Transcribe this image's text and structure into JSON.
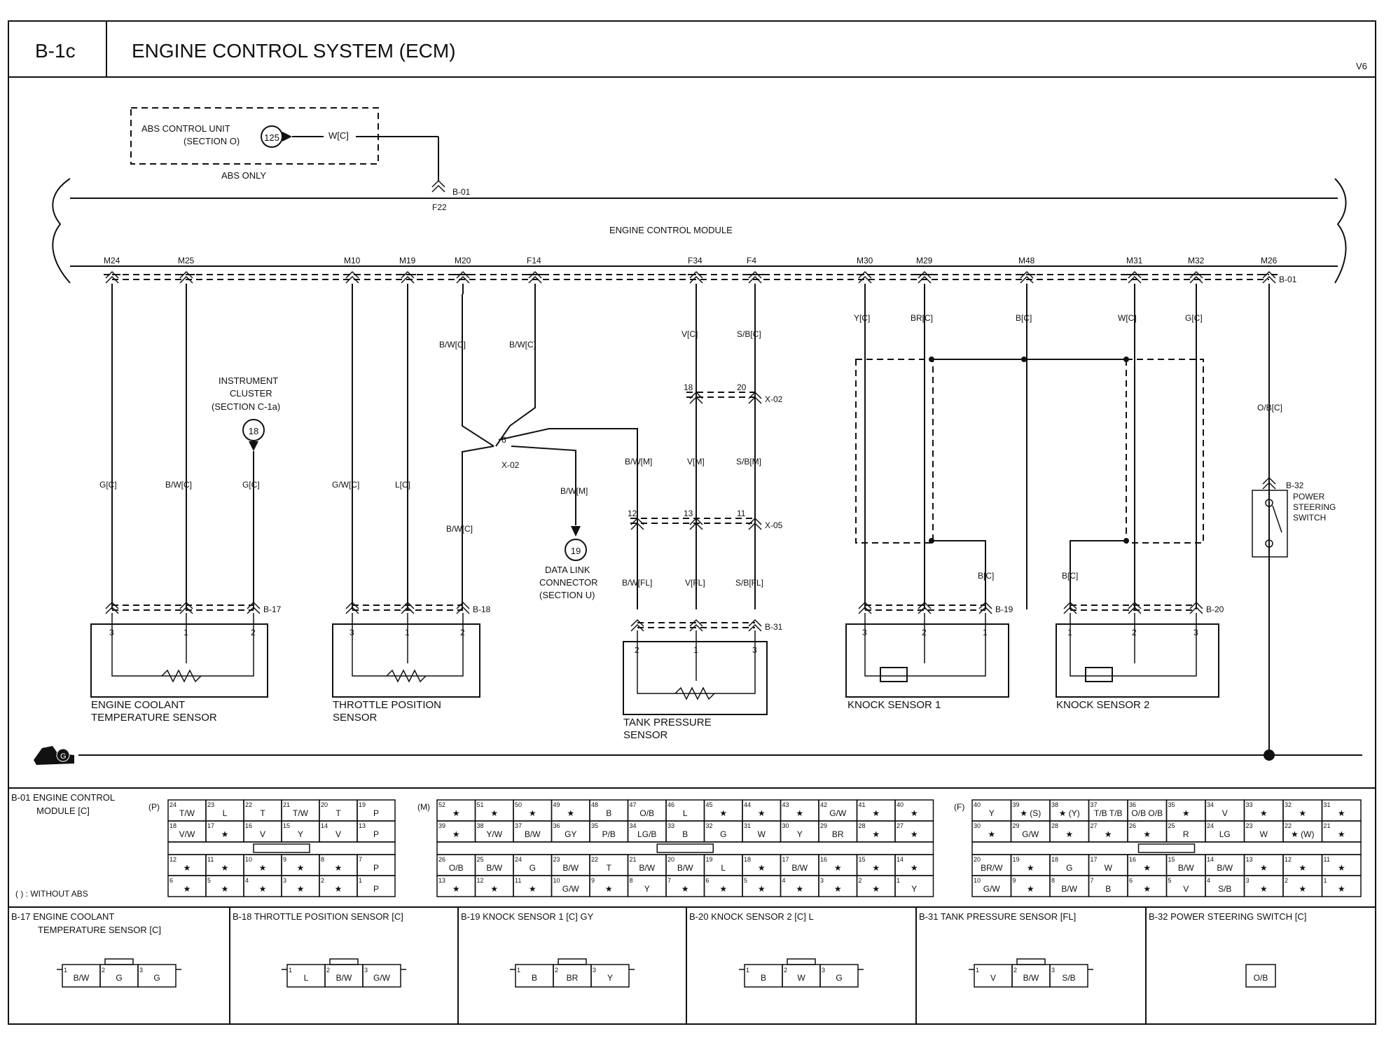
{
  "header": {
    "code": "B-1c",
    "title": "ENGINE CONTROL SYSTEM (ECM)",
    "variant": "V6"
  },
  "abs": {
    "unit": "ABS CONTROL UNIT",
    "section": "(SECTION O)",
    "circle": "125",
    "wire": "W[C]",
    "note": "ABS ONLY"
  },
  "ecm": {
    "label": "ENGINE CONTROL MODULE",
    "top_conn": "B-01",
    "top_pin": "F22",
    "right_conn": "B-01"
  },
  "pins": [
    {
      "id": "M24",
      "wire": "G[C]"
    },
    {
      "id": "M25",
      "wire": "B/W[C]"
    },
    {
      "id": "M10",
      "wire": "G/W[C]"
    },
    {
      "id": "M19",
      "wire": "L[C]"
    },
    {
      "id": "M20",
      "wire": "B/W[C]"
    },
    {
      "id": "F14",
      "wire": "B/W[C]"
    },
    {
      "id": "F34",
      "wire": "V[C]"
    },
    {
      "id": "F4",
      "wire": "S/B[C]"
    },
    {
      "id": "M30",
      "wire": "Y[C]"
    },
    {
      "id": "M29",
      "wire": "BR[C]"
    },
    {
      "id": "M48",
      "wire": "B[C]"
    },
    {
      "id": "M31",
      "wire": "W[C]"
    },
    {
      "id": "M32",
      "wire": "G[C]"
    },
    {
      "id": "M26",
      "wire": "O/B[C]"
    }
  ],
  "cluster": {
    "line1": "INSTRUMENT",
    "line2": "CLUSTER",
    "section": "(SECTION C-1a)",
    "circle": "18",
    "wire": "G[C]"
  },
  "splice": {
    "pin": "6",
    "conn": "X-02",
    "wire_out": "B/W[M]",
    "wire_down": "B/W[C]"
  },
  "dlc": {
    "circle": "19",
    "line1": "DATA LINK",
    "line2": "CONNECTOR",
    "section": "(SECTION U)"
  },
  "tank_wiring": {
    "x02": {
      "conn": "X-02",
      "pin18": "18",
      "pin20": "20"
    },
    "x05": {
      "conn": "X-05",
      "pin12": "12",
      "pin13": "13",
      "pin11": "11"
    },
    "mid": [
      "B/W[M]",
      "V[M]",
      "S/B[M]"
    ],
    "low": [
      "B/W[FL]",
      "V[FL]",
      "S/B[FL]"
    ]
  },
  "ps": {
    "conn": "B-32",
    "line1": "POWER",
    "line2": "STEERING",
    "line3": "SWITCH"
  },
  "ks_wires": {
    "ks1_b": "B[C]",
    "ks2_b": "B[C]"
  },
  "components": [
    {
      "conn": "B-17",
      "line1": "ENGINE COOLANT",
      "line2": "TEMPERATURE SENSOR",
      "pins": [
        "3",
        "1",
        "2"
      ]
    },
    {
      "conn": "B-18",
      "line1": "THROTTLE POSITION",
      "line2": "SENSOR",
      "pins": [
        "3",
        "1",
        "2"
      ]
    },
    {
      "conn": "B-31",
      "line1": "TANK PRESSURE",
      "line2": "SENSOR",
      "pins": [
        "2",
        "1",
        "3"
      ]
    },
    {
      "conn": "B-19",
      "line1": "KNOCK SENSOR 1",
      "line2": "",
      "pins": [
        "3",
        "2",
        "1"
      ]
    },
    {
      "conn": "B-20",
      "line1": "KNOCK SENSOR 2",
      "line2": "",
      "pins": [
        "1",
        "2",
        "3"
      ]
    }
  ],
  "ground": {
    "label": "G"
  },
  "ecm_connector": {
    "title1": "B-01 ENGINE CONTROL",
    "title2": "MODULE [C]",
    "note": "( ) : WITHOUT ABS",
    "p": {
      "label": "(P)",
      "rows": [
        [
          [
            "24",
            "T/W"
          ],
          [
            "23",
            "L"
          ],
          [
            "22",
            "T"
          ],
          [
            "21",
            "T/W"
          ],
          [
            "20",
            "T"
          ],
          [
            "19",
            "P"
          ]
        ],
        [
          [
            "18",
            "V/W"
          ],
          [
            "17",
            "★"
          ],
          [
            "16",
            "V"
          ],
          [
            "15",
            "Y"
          ],
          [
            "14",
            "V"
          ],
          [
            "13",
            "P"
          ]
        ],
        [
          [
            "12",
            "★"
          ],
          [
            "11",
            "★"
          ],
          [
            "10",
            "★"
          ],
          [
            "9",
            "★"
          ],
          [
            "8",
            "★"
          ],
          [
            "7",
            "P"
          ]
        ],
        [
          [
            "6",
            "★"
          ],
          [
            "5",
            "★"
          ],
          [
            "4",
            "★"
          ],
          [
            "3",
            "★"
          ],
          [
            "2",
            "★"
          ],
          [
            "1",
            "P"
          ]
        ]
      ]
    },
    "m": {
      "label": "(M)",
      "rows": [
        [
          [
            "52",
            "★"
          ],
          [
            "51",
            "★"
          ],
          [
            "50",
            "★"
          ],
          [
            "49",
            "★"
          ],
          [
            "48",
            "B"
          ],
          [
            "47",
            "O/B"
          ],
          [
            "46",
            "L"
          ],
          [
            "45",
            "★"
          ],
          [
            "44",
            "★"
          ],
          [
            "43",
            "★"
          ],
          [
            "42",
            "G/W"
          ],
          [
            "41",
            "★"
          ],
          [
            "40",
            "★"
          ]
        ],
        [
          [
            "39",
            "★"
          ],
          [
            "38",
            "Y/W"
          ],
          [
            "37",
            "B/W"
          ],
          [
            "36",
            "GY"
          ],
          [
            "35",
            "P/B"
          ],
          [
            "34",
            "LG/B"
          ],
          [
            "33",
            "B"
          ],
          [
            "32",
            "G"
          ],
          [
            "31",
            "W"
          ],
          [
            "30",
            "Y"
          ],
          [
            "29",
            "BR"
          ],
          [
            "28",
            "★"
          ],
          [
            "27",
            "★"
          ]
        ],
        [
          [
            "26",
            "O/B"
          ],
          [
            "25",
            "B/W"
          ],
          [
            "24",
            "G"
          ],
          [
            "23",
            "B/W"
          ],
          [
            "22",
            "T"
          ],
          [
            "21",
            "B/W"
          ],
          [
            "20",
            "B/W"
          ],
          [
            "19",
            "L"
          ],
          [
            "18",
            "★"
          ],
          [
            "17",
            "B/W"
          ],
          [
            "16",
            "★"
          ],
          [
            "15",
            "★"
          ],
          [
            "14",
            "★"
          ]
        ],
        [
          [
            "13",
            "★"
          ],
          [
            "12",
            "★"
          ],
          [
            "11",
            "★"
          ],
          [
            "10",
            "G/W"
          ],
          [
            "9",
            "★"
          ],
          [
            "8",
            "Y"
          ],
          [
            "7",
            "★"
          ],
          [
            "6",
            "★"
          ],
          [
            "5",
            "★"
          ],
          [
            "4",
            "★"
          ],
          [
            "3",
            "★"
          ],
          [
            "2",
            "★"
          ],
          [
            "1",
            "Y"
          ]
        ]
      ]
    },
    "f": {
      "label": "(F)",
      "rows": [
        [
          [
            "40",
            "Y"
          ],
          [
            "39",
            "★ (S)"
          ],
          [
            "38",
            "★ (Y)"
          ],
          [
            "37",
            "T/B T/B"
          ],
          [
            "36",
            "O/B O/B"
          ],
          [
            "35",
            "★"
          ],
          [
            "34",
            "V"
          ],
          [
            "33",
            "★"
          ],
          [
            "32",
            "★"
          ],
          [
            "31",
            "★"
          ]
        ],
        [
          [
            "30",
            "★"
          ],
          [
            "29",
            "G/W"
          ],
          [
            "28",
            "★"
          ],
          [
            "27",
            "★"
          ],
          [
            "26",
            "★"
          ],
          [
            "25",
            "R"
          ],
          [
            "24",
            "LG"
          ],
          [
            "23",
            "W"
          ],
          [
            "22",
            "★ (W)"
          ],
          [
            "21",
            "★"
          ]
        ],
        [
          [
            "20",
            "BR/W"
          ],
          [
            "19",
            "★"
          ],
          [
            "18",
            "G"
          ],
          [
            "17",
            "W"
          ],
          [
            "16",
            "★"
          ],
          [
            "15",
            "B/W"
          ],
          [
            "14",
            "B/W"
          ],
          [
            "13",
            "★"
          ],
          [
            "12",
            "★"
          ],
          [
            "11",
            "★"
          ]
        ],
        [
          [
            "10",
            "G/W"
          ],
          [
            "9",
            "★"
          ],
          [
            "8",
            "B/W"
          ],
          [
            "7",
            "B"
          ],
          [
            "6",
            "★"
          ],
          [
            "5",
            "V"
          ],
          [
            "4",
            "S/B"
          ],
          [
            "3",
            "★"
          ],
          [
            "2",
            "★"
          ],
          [
            "1",
            "★"
          ]
        ]
      ]
    }
  },
  "connectors": [
    {
      "title1": "B-17 ENGINE COOLANT",
      "title2": "TEMPERATURE SENSOR [C]",
      "cells": [
        [
          "1",
          "B/W"
        ],
        [
          "2",
          "G"
        ],
        [
          "3",
          "G"
        ]
      ]
    },
    {
      "title1": "B-18 THROTTLE POSITION SENSOR [C]",
      "title2": "",
      "cells": [
        [
          "1",
          "L"
        ],
        [
          "2",
          "B/W"
        ],
        [
          "3",
          "G/W"
        ]
      ]
    },
    {
      "title1": "B-19 KNOCK SENSOR 1 [C] GY",
      "title2": "",
      "cells": [
        [
          "1",
          "B"
        ],
        [
          "2",
          "BR"
        ],
        [
          "3",
          "Y"
        ]
      ]
    },
    {
      "title1": "B-20 KNOCK SENSOR 2 [C] L",
      "title2": "",
      "cells": [
        [
          "1",
          "B"
        ],
        [
          "2",
          "W"
        ],
        [
          "3",
          "G"
        ]
      ]
    },
    {
      "title1": "B-31 TANK PRESSURE SENSOR [FL]",
      "title2": "",
      "cells": [
        [
          "1",
          "V"
        ],
        [
          "2",
          "B/W"
        ],
        [
          "3",
          "S/B"
        ]
      ]
    },
    {
      "title1": "B-32 POWER STEERING SWITCH [C]",
      "title2": "",
      "cells": [
        [
          "",
          "O/B"
        ]
      ]
    }
  ]
}
